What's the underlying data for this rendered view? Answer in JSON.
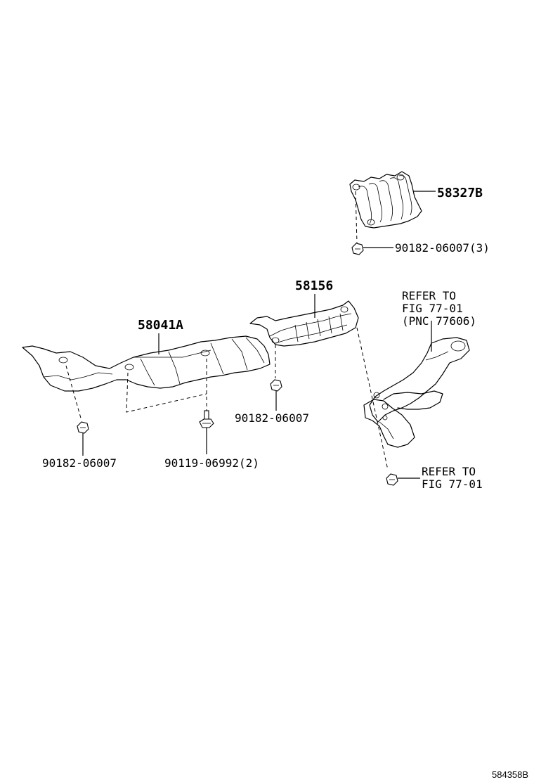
{
  "labels": {
    "heat_insulator_rear": "58327B",
    "clip_rear": "90182-06007(3)",
    "heat_insulator_center": "58156",
    "clip_center": "90182-06007",
    "heat_insulator_front": "58041A",
    "clip_front": "90182-06007",
    "bolt_front": "90119-06992(2)",
    "refer_upper_line1": "REFER TO",
    "refer_upper_line2": "FIG 77-01",
    "refer_upper_line3": "(PNC 77606)",
    "refer_lower_line1": "REFER TO",
    "refer_lower_line2": "FIG 77-01",
    "diagram_code": "584358B"
  }
}
